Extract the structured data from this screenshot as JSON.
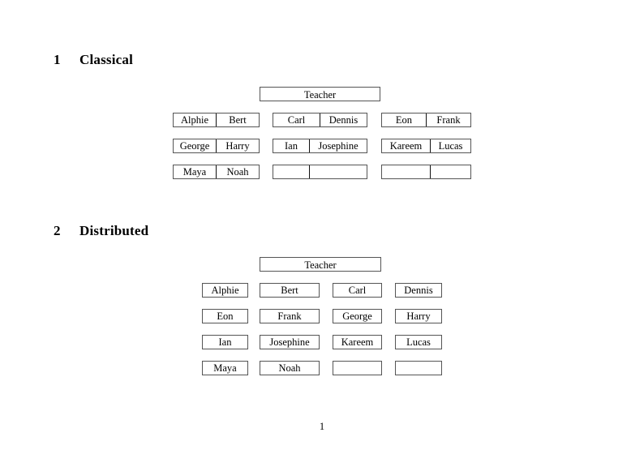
{
  "document": {
    "page_number": "1",
    "sections": [
      {
        "number": "1",
        "title": "Classical",
        "layout": "grouped",
        "teacher": {
          "label": "Teacher"
        },
        "groups": [
          {
            "cells": [
              "Alphie",
              "Bert"
            ]
          },
          {
            "cells": [
              "Carl",
              "Dennis"
            ]
          },
          {
            "cells": [
              "Eon",
              "Frank"
            ]
          },
          {
            "cells": [
              "George",
              "Harry"
            ]
          },
          {
            "cells": [
              "Ian",
              "Josephine"
            ]
          },
          {
            "cells": [
              "Kareem",
              "Lucas"
            ]
          },
          {
            "cells": [
              "Maya",
              "Noah"
            ]
          },
          {
            "cells": [
              "",
              ""
            ]
          },
          {
            "cells": [
              "",
              ""
            ]
          }
        ]
      },
      {
        "number": "2",
        "title": "Distributed",
        "layout": "individual",
        "teacher": {
          "label": "Teacher"
        },
        "boxes": [
          "Alphie",
          "Bert",
          "Carl",
          "Dennis",
          "Eon",
          "Frank",
          "George",
          "Harry",
          "Ian",
          "Josephine",
          "Kareem",
          "Lucas",
          "Maya",
          "Noah",
          "",
          ""
        ]
      }
    ]
  }
}
